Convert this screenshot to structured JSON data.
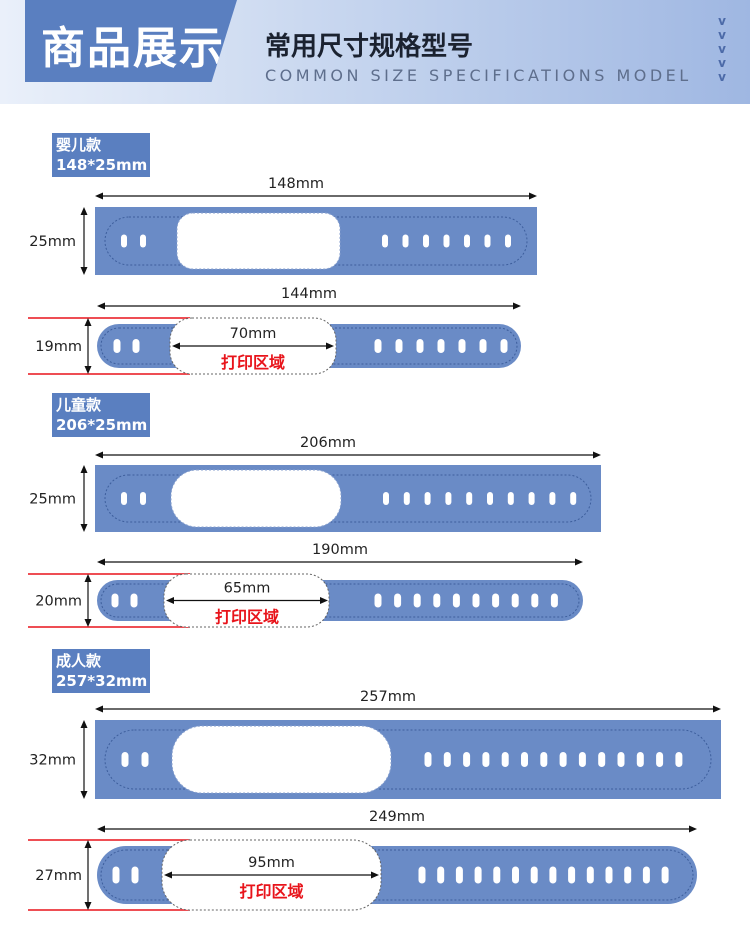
{
  "header": {
    "tab_title": "商品展示",
    "title": "常用尺寸规格型号",
    "subtitle": "COMMON SIZE SPECIFICATIONS MODEL",
    "chevron": "v"
  },
  "colors": {
    "band_blue": "#6a8bc6",
    "tab_blue": "#5a7fc0",
    "red_guide": "#e8141b"
  },
  "sections": [
    {
      "name": "婴儿款",
      "size": "148*25mm",
      "flat": {
        "length_label": "148mm",
        "width_label": "25mm"
      },
      "rounded": {
        "length_label": "144mm",
        "width_label": "19mm",
        "print_width_label": "70mm",
        "print_area_label": "打印区域"
      }
    },
    {
      "name": "儿童款",
      "size": "206*25mm",
      "flat": {
        "length_label": "206mm",
        "width_label": "25mm"
      },
      "rounded": {
        "length_label": "190mm",
        "width_label": "20mm",
        "print_width_label": "65mm",
        "print_area_label": "打印区域"
      }
    },
    {
      "name": "成人款",
      "size": "257*32mm",
      "flat": {
        "length_label": "257mm",
        "width_label": "32mm"
      },
      "rounded": {
        "length_label": "249mm",
        "width_label": "27mm",
        "print_width_label": "95mm",
        "print_area_label": "打印区域"
      }
    }
  ]
}
